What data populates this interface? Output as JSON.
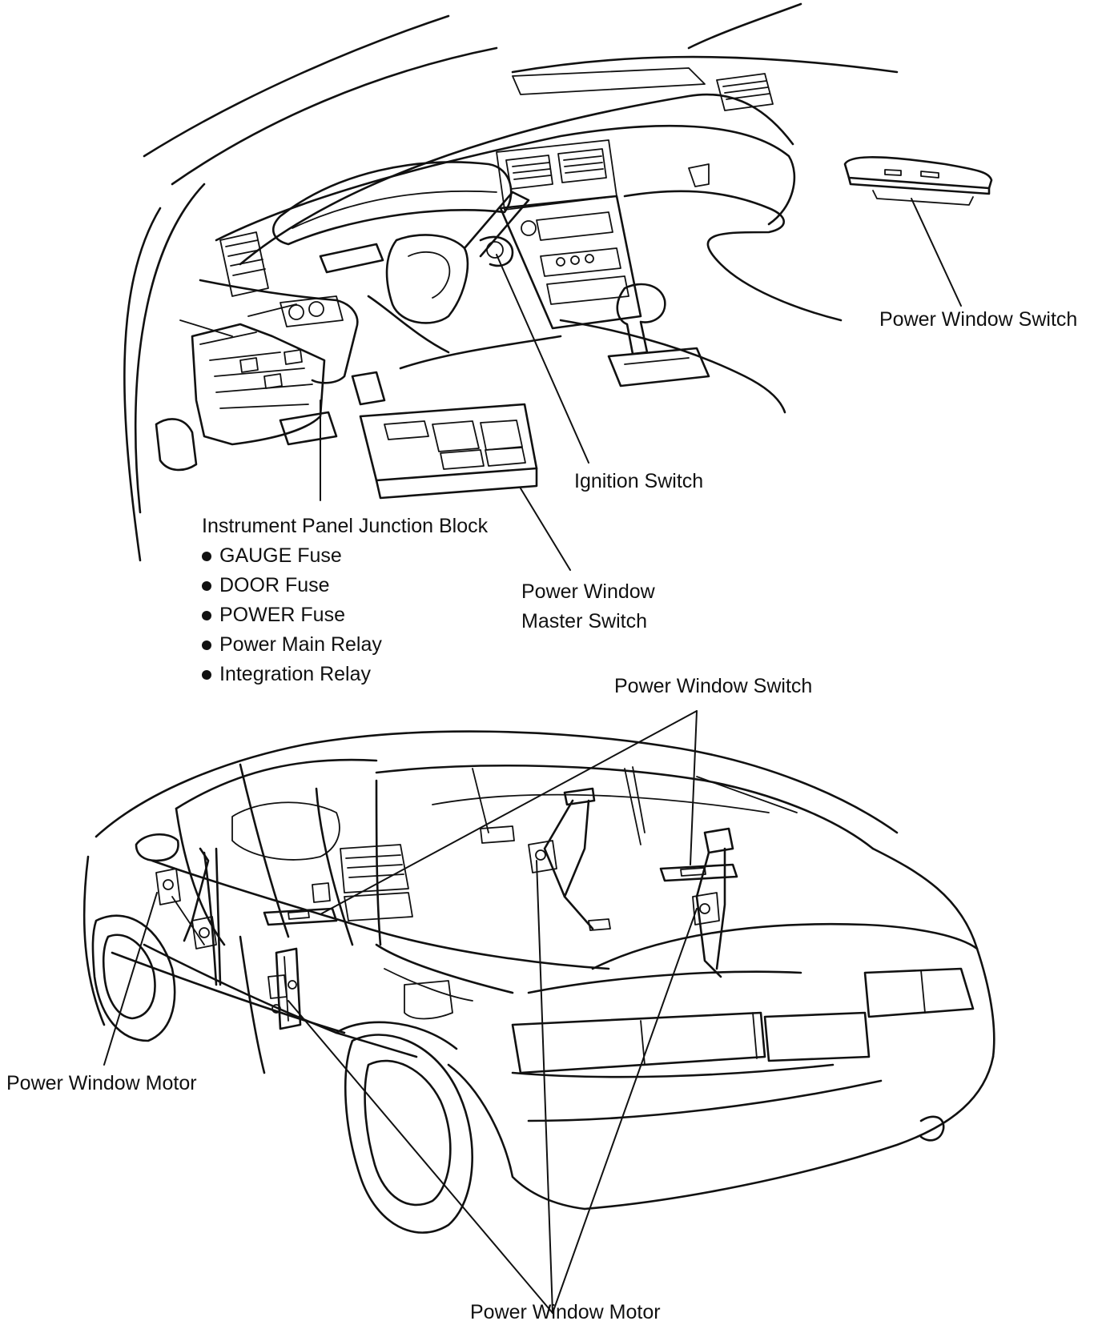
{
  "labels": {
    "power_window_switch_top": "Power Window Switch",
    "ignition_switch": "Ignition Switch",
    "instrument_panel_junction_block": "Instrument Panel Junction Block",
    "master_switch_line1": "Power Window",
    "master_switch_line2": "Master Switch",
    "power_window_switch_middle": "Power Window Switch",
    "power_window_motor_left": "Power Window Motor",
    "power_window_motor_bottom": "Power Window Motor"
  },
  "junction_block_items": [
    "GAUGE Fuse",
    "DOOR Fuse",
    "POWER Fuse",
    "Power Main Relay",
    "Integration Relay"
  ],
  "colors": {
    "line": "#111111",
    "background": "#ffffff"
  }
}
